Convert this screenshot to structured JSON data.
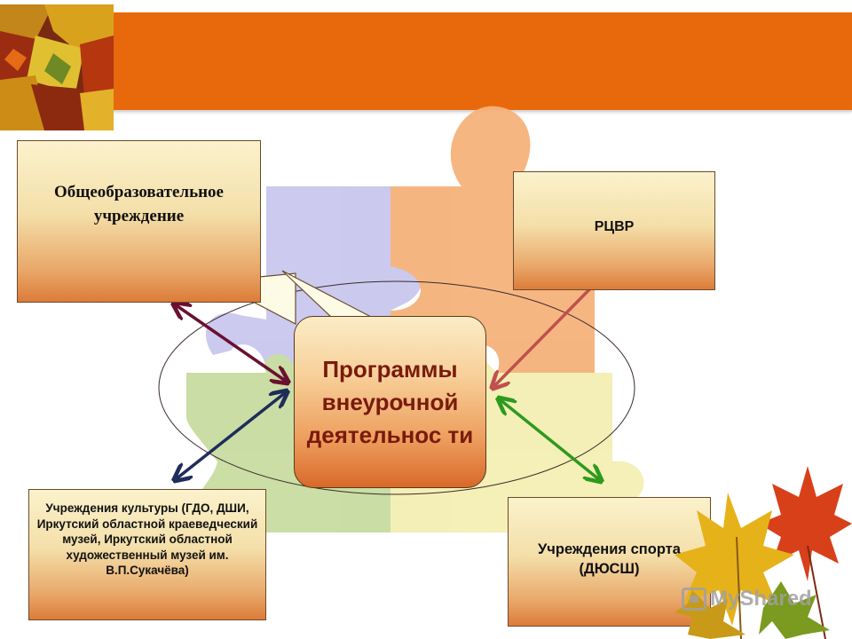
{
  "header": {
    "title": ""
  },
  "center": {
    "label": "Программы внеурочной деятельнос ти"
  },
  "nodes": {
    "school": "Общеобразовательное учреждение",
    "rcvr": "РЦВР",
    "culture": "Учреждения культуры (ГДО, ДШИ, Иркутский областной краеведческий музей, Иркутский областной художественный музей им. В.П.Сукачёва)",
    "sport": "Учреждения спорта (ДЮСШ)"
  },
  "colors": {
    "header": "#e8690c",
    "arrow_school": "#6a1030",
    "arrow_rcvr": "#c0504d",
    "arrow_culture": "#1f2d5a",
    "arrow_sport": "#2e9a1e",
    "center_text": "#7a1a0c"
  },
  "watermark": {
    "text": "MyShared"
  }
}
